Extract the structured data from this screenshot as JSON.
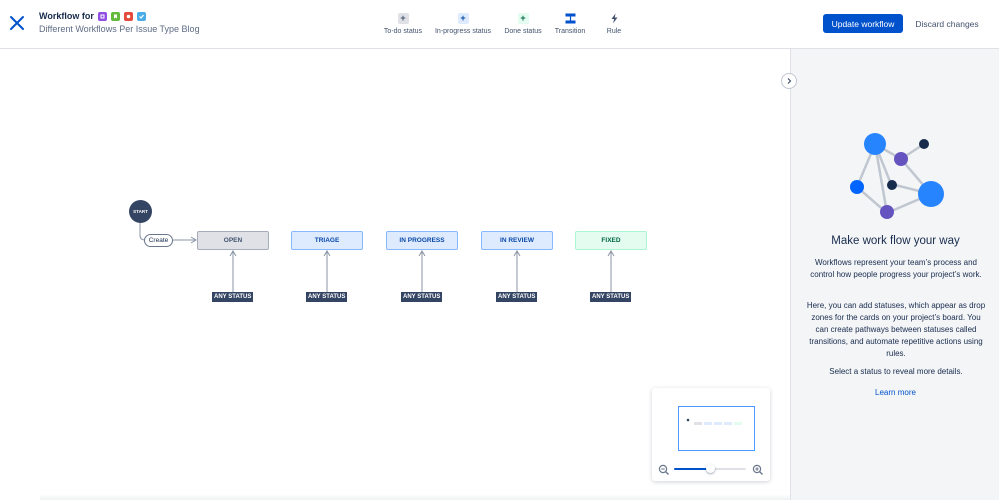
{
  "header": {
    "title": "Workflow for",
    "subtitle": "Different Workflows Per Issue Type Blog",
    "issue_type_icons": [
      {
        "name": "subtask-icon",
        "color": "#904EE2"
      },
      {
        "name": "story-icon",
        "color": "#63BA3C"
      },
      {
        "name": "bug-icon",
        "color": "#E5493A"
      },
      {
        "name": "task-icon",
        "color": "#4BADE8"
      }
    ]
  },
  "toolbar": {
    "todo": "To-do status",
    "inprogress": "In-progress status",
    "done": "Done status",
    "transition": "Transition",
    "rule": "Rule"
  },
  "actions": {
    "update": "Update workflow",
    "discard": "Discard changes"
  },
  "canvas": {
    "start": "START",
    "create": "Create",
    "any_status": "ANY STATUS",
    "statuses": [
      {
        "label": "OPEN",
        "category": "todo"
      },
      {
        "label": "TRIAGE",
        "category": "inprogress"
      },
      {
        "label": "IN PROGRESS",
        "category": "inprogress"
      },
      {
        "label": "IN REVIEW",
        "category": "inprogress"
      },
      {
        "label": "FIXED",
        "category": "done"
      }
    ],
    "zoom_level": 0.5
  },
  "panel": {
    "title": "Make work flow your way",
    "p1": "Workflows represent your team’s process and control how people progress your project’s work.",
    "p2": "Here, you can add statuses, which appear as drop zones for the cards on your project’s board. You can create pathways between statuses called transitions, and automate repetitive actions using rules.",
    "p3": "Select a status to reveal more details.",
    "link": "Learn more"
  },
  "colors": {
    "brand": "#0052CC",
    "todo_bg": "#DFE1E6",
    "inprogress_bg": "#DEEBFF",
    "done_bg": "#E3FCEF",
    "dark": "#344563"
  }
}
